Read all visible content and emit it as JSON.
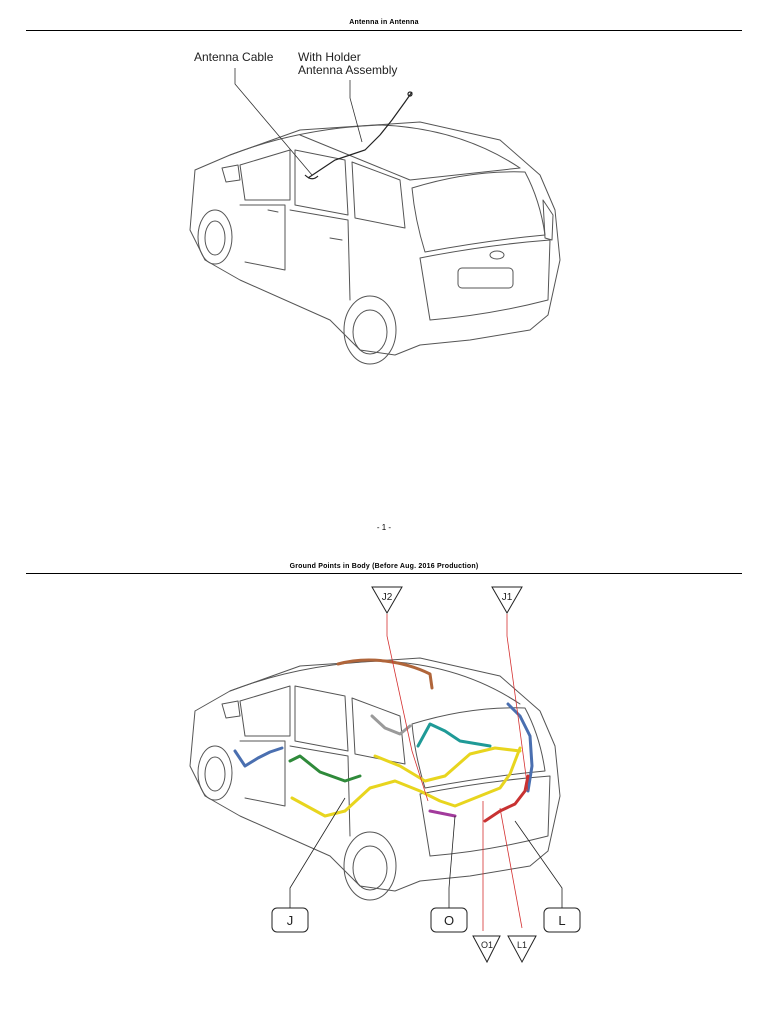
{
  "page1": {
    "header": "Antenna in Antenna",
    "callouts": {
      "antenna_cable": "Antenna Cable",
      "holder_line1": "With Holder",
      "holder_line2": "Antenna Assembly"
    },
    "page_number": "- 1 -"
  },
  "page2": {
    "header": "Ground Points in Body (Before Aug. 2016 Production)",
    "markers": {
      "j2": "J2",
      "j1": "J1",
      "j": "J",
      "o": "O",
      "l": "L",
      "o1": "O1",
      "l1": "L1"
    }
  },
  "colors": {
    "harness_yellow": "#e8d51e",
    "harness_green": "#2f8a3a",
    "harness_teal": "#1f9a97",
    "harness_blue": "#4a6fb0",
    "harness_brown": "#b0653a",
    "harness_purple": "#a23a9c",
    "harness_red": "#c83232",
    "leader_red": "#d43030"
  }
}
